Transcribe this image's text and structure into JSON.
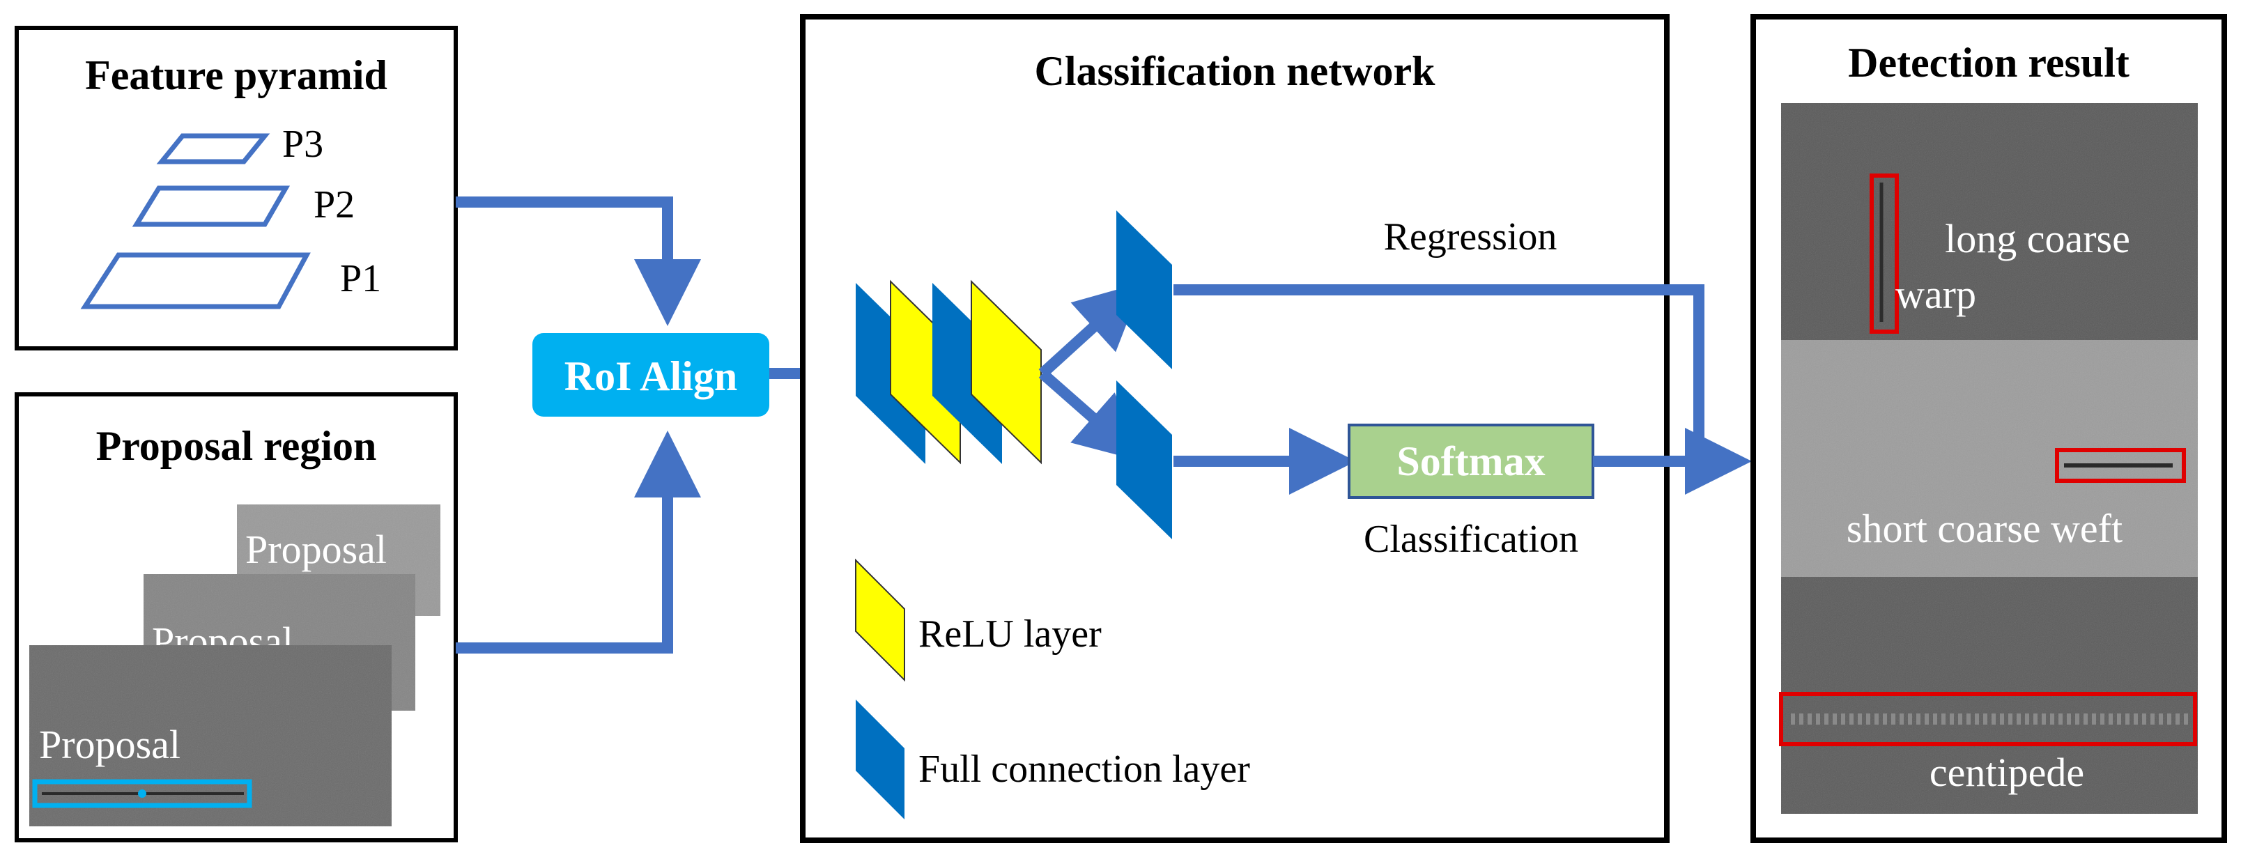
{
  "feature_pyramid": {
    "title": "Feature pyramid",
    "levels": [
      "P3",
      "P2",
      "P1"
    ]
  },
  "proposal_region": {
    "title": "Proposal region",
    "proposal_label": "Proposal"
  },
  "roi_align": {
    "label": "RoI Align"
  },
  "classification_network": {
    "title": "Classification network",
    "regression_label": "Regression",
    "softmax_label": "Softmax",
    "classification_label": "Classification",
    "legend": {
      "relu": "ReLU layer",
      "fc": "Full connection layer"
    }
  },
  "detection_result": {
    "title": "Detection result",
    "defects": {
      "long_coarse_warp_line1": "long coarse",
      "long_coarse_warp_line2": "warp",
      "short_coarse_weft": "short coarse weft",
      "centipede": "centipede"
    }
  },
  "colors": {
    "arrow": "#4472c4",
    "relu": "#ffff00",
    "fc": "#0070c0",
    "roi": "#00b0f0",
    "softmax": "#a9d18e",
    "box_red": "#e00000",
    "box_cyan": "#00b0f0"
  }
}
